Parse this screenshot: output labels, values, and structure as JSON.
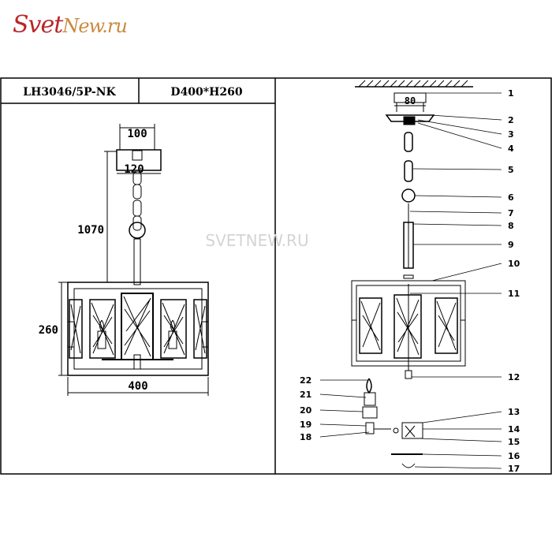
{
  "logo": {
    "part1": "Svet",
    "part2": "New.ru"
  },
  "header": {
    "model": "LH3046/5P-NK",
    "size": "D400*H260"
  },
  "dimensions": {
    "canopy": "100",
    "canopy_inner": "120",
    "length": "1070",
    "height": "260",
    "width": "400",
    "mount": "80"
  },
  "watermark": "SVETNEW.RU",
  "parts": [
    "1",
    "2",
    "3",
    "4",
    "5",
    "6",
    "7",
    "8",
    "9",
    "10",
    "11",
    "12",
    "13",
    "14",
    "15",
    "16",
    "17",
    "18",
    "19",
    "20",
    "21",
    "22"
  ]
}
